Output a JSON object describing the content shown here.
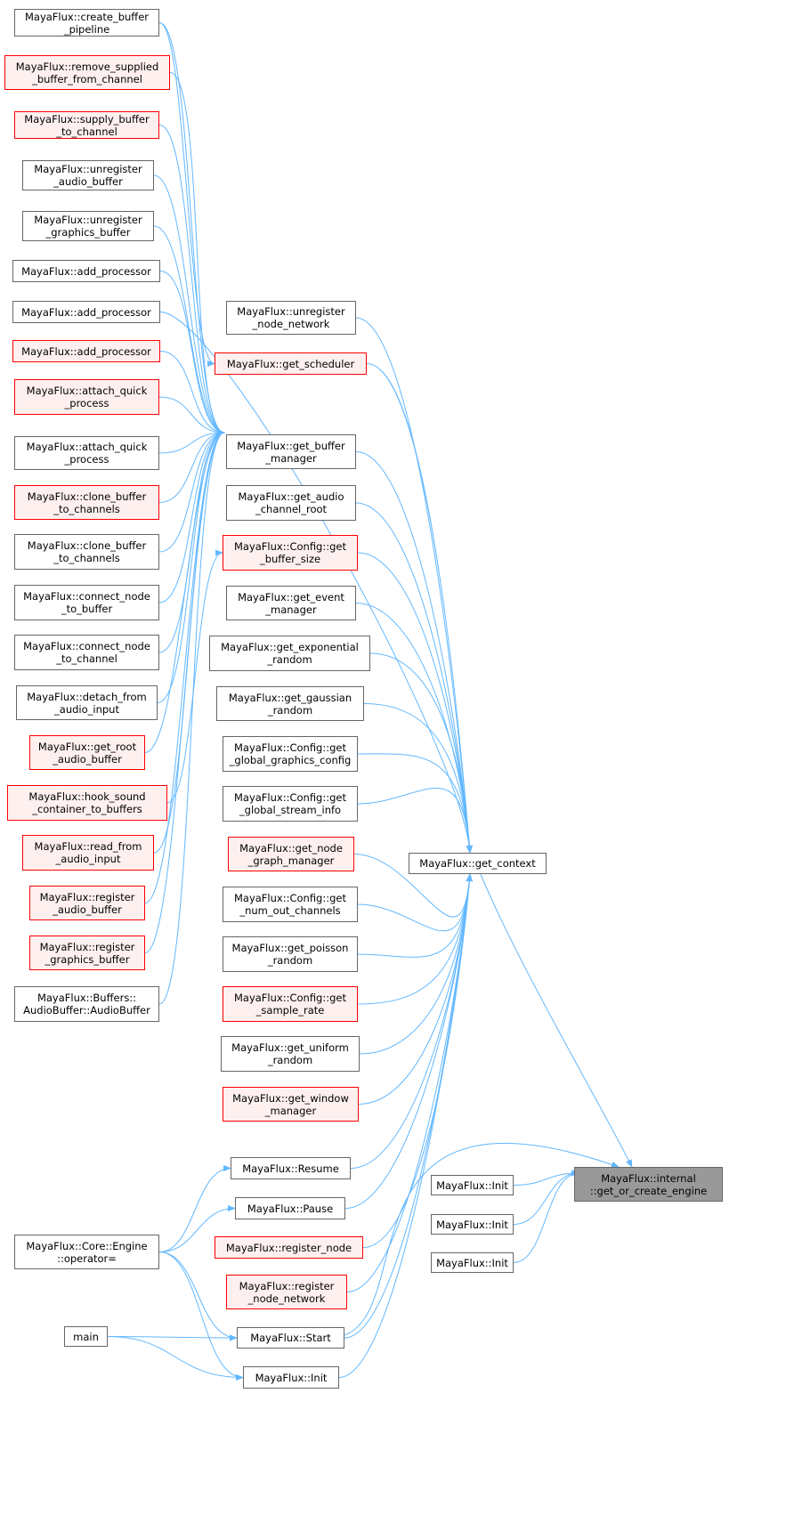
{
  "colors": {
    "edge": "#63b8ff",
    "red_border": "#ff0000",
    "red_fill": "#fff0f0",
    "gray_fill": "#999999",
    "border": "#666666"
  },
  "nodes": [
    {
      "id": "n1",
      "lines": [
        "MayaFlux::create_buffer",
        "_pipeline"
      ],
      "style": "normal"
    },
    {
      "id": "n2",
      "lines": [
        "MayaFlux::remove_supplied",
        "_buffer_from_channel"
      ],
      "style": "red"
    },
    {
      "id": "n3",
      "lines": [
        "MayaFlux::supply_buffer",
        "_to_channel"
      ],
      "style": "red"
    },
    {
      "id": "n4",
      "lines": [
        "MayaFlux::unregister",
        "_audio_buffer"
      ],
      "style": "normal"
    },
    {
      "id": "n5",
      "lines": [
        "MayaFlux::unregister",
        "_graphics_buffer"
      ],
      "style": "normal"
    },
    {
      "id": "n6",
      "lines": [
        "MayaFlux::add_processor"
      ],
      "style": "normal"
    },
    {
      "id": "n7",
      "lines": [
        "MayaFlux::add_processor"
      ],
      "style": "normal"
    },
    {
      "id": "n8",
      "lines": [
        "MayaFlux::add_processor"
      ],
      "style": "red"
    },
    {
      "id": "n9",
      "lines": [
        "MayaFlux::attach_quick",
        "_process"
      ],
      "style": "red"
    },
    {
      "id": "n10",
      "lines": [
        "MayaFlux::attach_quick",
        "_process"
      ],
      "style": "normal"
    },
    {
      "id": "n11",
      "lines": [
        "MayaFlux::clone_buffer",
        "_to_channels"
      ],
      "style": "red"
    },
    {
      "id": "n12",
      "lines": [
        "MayaFlux::clone_buffer",
        "_to_channels"
      ],
      "style": "normal"
    },
    {
      "id": "n13",
      "lines": [
        "MayaFlux::connect_node",
        "_to_buffer"
      ],
      "style": "normal"
    },
    {
      "id": "n14",
      "lines": [
        "MayaFlux::connect_node",
        "_to_channel"
      ],
      "style": "normal"
    },
    {
      "id": "n15",
      "lines": [
        "MayaFlux::detach_from",
        "_audio_input"
      ],
      "style": "normal"
    },
    {
      "id": "n16",
      "lines": [
        "MayaFlux::get_root",
        "_audio_buffer"
      ],
      "style": "red"
    },
    {
      "id": "n17",
      "lines": [
        "MayaFlux::hook_sound",
        "_container_to_buffers"
      ],
      "style": "red"
    },
    {
      "id": "n18",
      "lines": [
        "MayaFlux::read_from",
        "_audio_input"
      ],
      "style": "red"
    },
    {
      "id": "n19",
      "lines": [
        "MayaFlux::register",
        "_audio_buffer"
      ],
      "style": "red"
    },
    {
      "id": "n20",
      "lines": [
        "MayaFlux::register",
        "_graphics_buffer"
      ],
      "style": "red"
    },
    {
      "id": "n21",
      "lines": [
        "MayaFlux::Buffers::",
        "AudioBuffer::AudioBuffer"
      ],
      "style": "normal"
    },
    {
      "id": "n22",
      "lines": [
        "MayaFlux::Core::Engine",
        "::operator="
      ],
      "style": "normal"
    },
    {
      "id": "n23",
      "lines": [
        "main"
      ],
      "style": "normal"
    },
    {
      "id": "m1",
      "lines": [
        "MayaFlux::unregister",
        "_node_network"
      ],
      "style": "normal"
    },
    {
      "id": "m2",
      "lines": [
        "MayaFlux::get_scheduler"
      ],
      "style": "red"
    },
    {
      "id": "m3",
      "lines": [
        "MayaFlux::get_buffer",
        "_manager"
      ],
      "style": "normal"
    },
    {
      "id": "m4",
      "lines": [
        "MayaFlux::get_audio",
        "_channel_root"
      ],
      "style": "normal"
    },
    {
      "id": "m5",
      "lines": [
        "MayaFlux::Config::get",
        "_buffer_size"
      ],
      "style": "red"
    },
    {
      "id": "m6",
      "lines": [
        "MayaFlux::get_event",
        "_manager"
      ],
      "style": "normal"
    },
    {
      "id": "m7",
      "lines": [
        "MayaFlux::get_exponential",
        "_random"
      ],
      "style": "normal"
    },
    {
      "id": "m8",
      "lines": [
        "MayaFlux::get_gaussian",
        "_random"
      ],
      "style": "normal"
    },
    {
      "id": "m9",
      "lines": [
        "MayaFlux::Config::get",
        "_global_graphics_config"
      ],
      "style": "normal"
    },
    {
      "id": "m10",
      "lines": [
        "MayaFlux::Config::get",
        "_global_stream_info"
      ],
      "style": "normal"
    },
    {
      "id": "m11",
      "lines": [
        "MayaFlux::get_node",
        "_graph_manager"
      ],
      "style": "red"
    },
    {
      "id": "m12",
      "lines": [
        "MayaFlux::Config::get",
        "_num_out_channels"
      ],
      "style": "normal"
    },
    {
      "id": "m13",
      "lines": [
        "MayaFlux::get_poisson",
        "_random"
      ],
      "style": "normal"
    },
    {
      "id": "m14",
      "lines": [
        "MayaFlux::Config::get",
        "_sample_rate"
      ],
      "style": "red"
    },
    {
      "id": "m15",
      "lines": [
        "MayaFlux::get_uniform",
        "_random"
      ],
      "style": "normal"
    },
    {
      "id": "m16",
      "lines": [
        "MayaFlux::get_window",
        "_manager"
      ],
      "style": "red"
    },
    {
      "id": "m17",
      "lines": [
        "MayaFlux::Resume"
      ],
      "style": "normal"
    },
    {
      "id": "m18",
      "lines": [
        "MayaFlux::Pause"
      ],
      "style": "normal"
    },
    {
      "id": "m19",
      "lines": [
        "MayaFlux::register_node"
      ],
      "style": "red"
    },
    {
      "id": "m20",
      "lines": [
        "MayaFlux::register",
        "_node_network"
      ],
      "style": "red"
    },
    {
      "id": "m21",
      "lines": [
        "MayaFlux::Start"
      ],
      "style": "normal"
    },
    {
      "id": "m22",
      "lines": [
        "MayaFlux::Init"
      ],
      "style": "normal"
    },
    {
      "id": "ctx",
      "lines": [
        "MayaFlux::get_context"
      ],
      "style": "normal"
    },
    {
      "id": "i1",
      "lines": [
        "MayaFlux::Init"
      ],
      "style": "normal"
    },
    {
      "id": "i2",
      "lines": [
        "MayaFlux::Init"
      ],
      "style": "normal"
    },
    {
      "id": "i3",
      "lines": [
        "MayaFlux::Init"
      ],
      "style": "normal"
    },
    {
      "id": "eng",
      "lines": [
        "MayaFlux::internal",
        "::get_or_create_engine"
      ],
      "style": "gray"
    }
  ],
  "edges": [
    [
      "n1",
      "m2"
    ],
    [
      "n1",
      "m3"
    ],
    [
      "n2",
      "m3"
    ],
    [
      "n3",
      "m3"
    ],
    [
      "n4",
      "m3"
    ],
    [
      "n5",
      "m3"
    ],
    [
      "n6",
      "m3"
    ],
    [
      "n7",
      "ctx"
    ],
    [
      "n8",
      "m3"
    ],
    [
      "n9",
      "m3"
    ],
    [
      "n10",
      "m3"
    ],
    [
      "n11",
      "m3"
    ],
    [
      "n12",
      "m3"
    ],
    [
      "n13",
      "m3"
    ],
    [
      "n14",
      "m3"
    ],
    [
      "n15",
      "m3"
    ],
    [
      "n16",
      "m3"
    ],
    [
      "n17",
      "m5"
    ],
    [
      "n18",
      "m3"
    ],
    [
      "n19",
      "m3"
    ],
    [
      "n20",
      "m3"
    ],
    [
      "n21",
      "m3"
    ],
    [
      "m1",
      "ctx"
    ],
    [
      "m2",
      "ctx"
    ],
    [
      "m3",
      "ctx"
    ],
    [
      "m4",
      "ctx"
    ],
    [
      "m5",
      "ctx"
    ],
    [
      "m6",
      "ctx"
    ],
    [
      "m7",
      "ctx"
    ],
    [
      "m8",
      "ctx"
    ],
    [
      "m9",
      "ctx"
    ],
    [
      "m10",
      "ctx"
    ],
    [
      "m11",
      "ctx"
    ],
    [
      "m12",
      "ctx"
    ],
    [
      "m13",
      "ctx"
    ],
    [
      "m14",
      "ctx"
    ],
    [
      "m15",
      "ctx"
    ],
    [
      "m16",
      "ctx"
    ],
    [
      "m17",
      "ctx"
    ],
    [
      "m18",
      "ctx"
    ],
    [
      "m19",
      "ctx"
    ],
    [
      "m20",
      "ctx"
    ],
    [
      "m21",
      "ctx"
    ],
    [
      "m22",
      "ctx"
    ],
    [
      "n22",
      "m17"
    ],
    [
      "n22",
      "m18"
    ],
    [
      "n22",
      "m21"
    ],
    [
      "n22",
      "m22"
    ],
    [
      "n23",
      "m21"
    ],
    [
      "n23",
      "m22"
    ],
    [
      "m21",
      "eng"
    ],
    [
      "ctx",
      "eng"
    ],
    [
      "i1",
      "eng"
    ],
    [
      "i2",
      "eng"
    ],
    [
      "i3",
      "eng"
    ]
  ]
}
